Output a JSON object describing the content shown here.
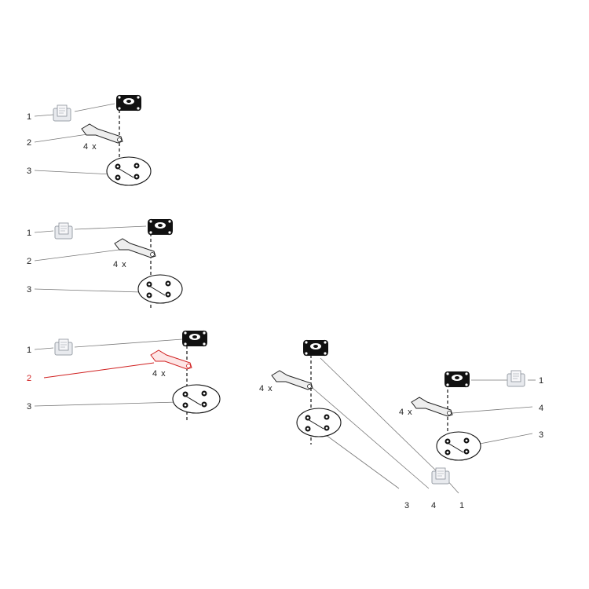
{
  "diagram": {
    "assemblies": [
      {
        "id": "a1",
        "labels": [
          "1",
          "2",
          "3"
        ],
        "quantity": "4 x",
        "highlighted_callout": null
      },
      {
        "id": "a2",
        "labels": [
          "1",
          "2",
          "3"
        ],
        "quantity": "4 x",
        "highlighted_callout": null
      },
      {
        "id": "a3",
        "labels": [
          "1",
          "2",
          "3"
        ],
        "quantity": "4 x",
        "highlighted_callout": "2"
      },
      {
        "id": "a4",
        "labels": [
          "3",
          "4",
          "1"
        ],
        "quantity": "4 x",
        "highlighted_callout": null
      },
      {
        "id": "a5",
        "labels": [
          "1",
          "4",
          "3"
        ],
        "quantity": "4 x",
        "highlighted_callout": null
      }
    ],
    "colors": {
      "highlight": "#d02020",
      "line": "#777777",
      "part": "#111111"
    },
    "icons": [
      "document-placeholder-icon"
    ]
  }
}
